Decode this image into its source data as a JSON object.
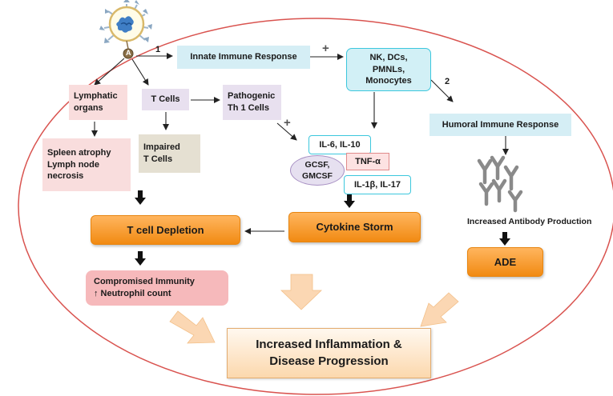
{
  "virus": {
    "badge": "A"
  },
  "steps": {
    "step1": "1",
    "step2": "2"
  },
  "plus": "+",
  "nodes": {
    "innate": "Innate Immune Response",
    "nk": [
      "NK, DCs,",
      "PMNLs,",
      "Monocytes"
    ],
    "lymphatic": [
      "Lymphatic",
      "organs"
    ],
    "tcells": "T Cells",
    "pathogenic": [
      "Pathogenic",
      "Th 1 Cells"
    ],
    "humoral": "Humoral Immune Response",
    "spleen": [
      "Spleen atrophy",
      "Lymph node",
      "necrosis"
    ],
    "impaired": [
      "Impaired",
      "T Cells"
    ],
    "il6": "IL-6, IL-10",
    "tnf": "TNF-α",
    "gcsf": [
      "GCSF,",
      "GMCSF"
    ],
    "il1": "IL-1β, IL-17",
    "antibody_label": "Increased Antibody Production",
    "tdepletion": "T cell Depletion",
    "cytokine": "Cytokine Storm",
    "ade": "ADE",
    "compromised": "Compromised Immunity",
    "neutrophil": "↑  Neutrophil count",
    "final": [
      "Increased Inflammation &",
      "Disease Progression"
    ]
  },
  "colors": {
    "ellipse": "#d9534f",
    "orange": "#f39a2e",
    "cyan_border": "#3cc7dd",
    "big_arrow": "#fbd7b3",
    "antibody": "#8a8a8a"
  }
}
